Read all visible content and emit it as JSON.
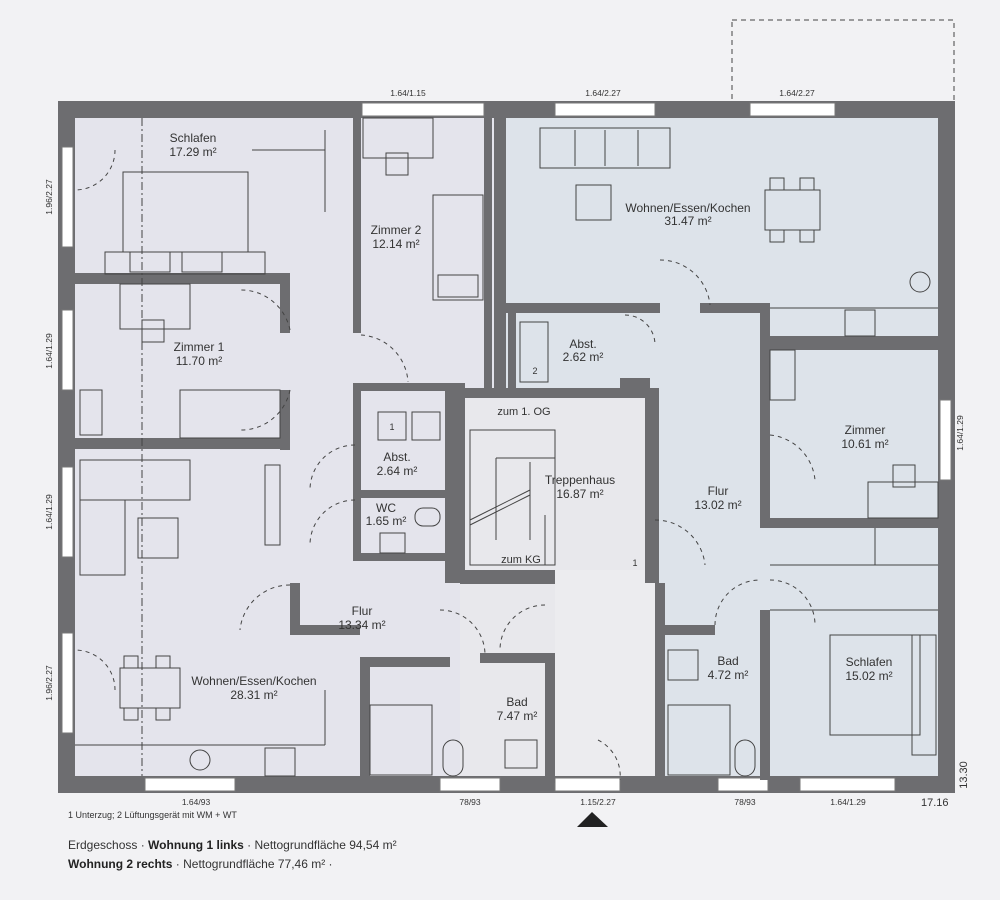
{
  "rooms": {
    "schlafen_l": {
      "name": "Schlafen",
      "area": "17.29 m²"
    },
    "zimmer2": {
      "name": "Zimmer 2",
      "area": "12.14 m²"
    },
    "zimmer1": {
      "name": "Zimmer 1",
      "area": "11.70 m²"
    },
    "abst_l": {
      "name": "Abst.",
      "area": "2.64 m²"
    },
    "wc": {
      "name": "WC",
      "area": "1.65 m²"
    },
    "flur_l": {
      "name": "Flur",
      "area": "13.34 m²"
    },
    "wek_l": {
      "name": "Wohnen/Essen/Kochen",
      "area": "28.31 m²"
    },
    "bad_l": {
      "name": "Bad",
      "area": "7.47 m²"
    },
    "treppenhaus": {
      "name": "Treppenhaus",
      "area": "16.87 m²"
    },
    "wek_r": {
      "name": "Wohnen/Essen/Kochen",
      "area": "31.47 m²"
    },
    "abst_r": {
      "name": "Abst.",
      "area": "2.62 m²"
    },
    "zimmer_r": {
      "name": "Zimmer",
      "area": "10.61 m²"
    },
    "flur_r": {
      "name": "Flur",
      "area": "13.02 m²"
    },
    "bad_r": {
      "name": "Bad",
      "area": "4.72 m²"
    },
    "schlafen_r": {
      "name": "Schlafen",
      "area": "15.02 m²"
    }
  },
  "stairs": {
    "up": "zum 1. OG",
    "down": "zum KG"
  },
  "markers": {
    "m1": "1",
    "m2": "2",
    "one": "1"
  },
  "dims": {
    "top1": "1.64/1.15",
    "top2": "1.64/2.27",
    "top3": "1.64/2.27",
    "bot1": "1.64/93",
    "bot2": "78/93",
    "bot3": "1.15/2.27",
    "bot4": "78/93",
    "bot5": "1.64/1.29",
    "left1": "1.96/2.27",
    "left2": "1.64/1.29",
    "left3": "1.64/1.29",
    "left4": "1.96/2.27",
    "right1": "1.64/1.29",
    "depth": "13.30",
    "width": "17.16"
  },
  "footnote": "1 Unterzug; 2 Lüftungsgerät mit WM + WT",
  "legend": {
    "l1_prefix": "Erdgeschoss · ",
    "l1_bold": "Wohnung 1 links",
    "l1_suffix": " · Nettogrundfläche 94,54 m²",
    "l2_bold": "Wohnung 2 rechts",
    "l2_suffix": " · Nettogrundfläche 77,46 m² ·"
  }
}
